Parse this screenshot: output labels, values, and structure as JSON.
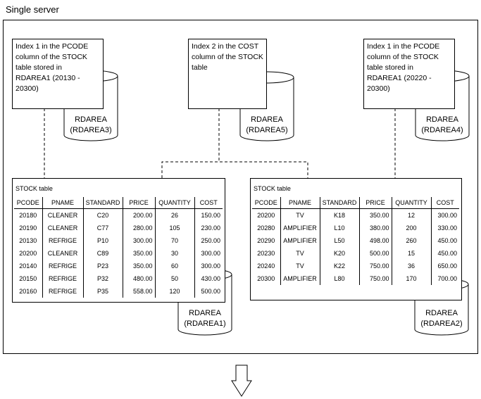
{
  "title": "Single server",
  "index_boxes": [
    {
      "text": "Index 1 in the PCODE\ncolumn of the STOCK\ntable stored in\nRDAREA1 (20130 -\n20300)",
      "rdarea": "RDAREA\n(RDAREA3)"
    },
    {
      "text": "Index 2 in the COST\ncolumn of the STOCK\ntable",
      "rdarea": "RDAREA\n(RDAREA5)"
    },
    {
      "text": "Index 1 in the PCODE\ncolumn of the STOCK\ntable stored in\nRDAREA1 (20220 -\n20300)",
      "rdarea": "RDAREA\n(RDAREA4)"
    }
  ],
  "tables": [
    {
      "caption": "STOCK table",
      "headers": [
        "PCODE",
        "PNAME",
        "STANDARD",
        "PRICE",
        "QUANTITY",
        "COST"
      ],
      "rows": [
        [
          "20180",
          "CLEANER",
          "C20",
          "200.00",
          "26",
          "150.00"
        ],
        [
          "20190",
          "CLEANER",
          "C77",
          "280.00",
          "105",
          "230.00"
        ],
        [
          "20130",
          "REFRIGE",
          "P10",
          "300.00",
          "70",
          "250.00"
        ],
        [
          "20200",
          "CLEANER",
          "C89",
          "350.00",
          "30",
          "300.00"
        ],
        [
          "20140",
          "REFRIGE",
          "P23",
          "350.00",
          "60",
          "300.00"
        ],
        [
          "20150",
          "REFRIGE",
          "P32",
          "480.00",
          "50",
          "430.00"
        ],
        [
          "20160",
          "REFRIGE",
          "P35",
          "558.00",
          "120",
          "500.00"
        ]
      ],
      "rdarea": "RDAREA\n(RDAREA1)"
    },
    {
      "caption": "STOCK table",
      "headers": [
        "PCODE",
        "PNAME",
        "STANDARD",
        "PRICE",
        "QUANTITY",
        "COST"
      ],
      "rows": [
        [
          "20200",
          "TV",
          "K18",
          "350.00",
          "12",
          "300.00"
        ],
        [
          "20280",
          "AMPLIFIER",
          "L10",
          "380.00",
          "200",
          "330.00"
        ],
        [
          "20290",
          "AMPLIFIER",
          "L50",
          "498.00",
          "260",
          "450.00"
        ],
        [
          "20230",
          "TV",
          "K20",
          "500.00",
          "15",
          "450.00"
        ],
        [
          "20240",
          "TV",
          "K22",
          "750.00",
          "36",
          "650.00"
        ],
        [
          "20300",
          "AMPLIFIER",
          "L80",
          "750.00",
          "170",
          "700.00"
        ]
      ],
      "rdarea": "RDAREA\n(RDAREA2)"
    }
  ]
}
